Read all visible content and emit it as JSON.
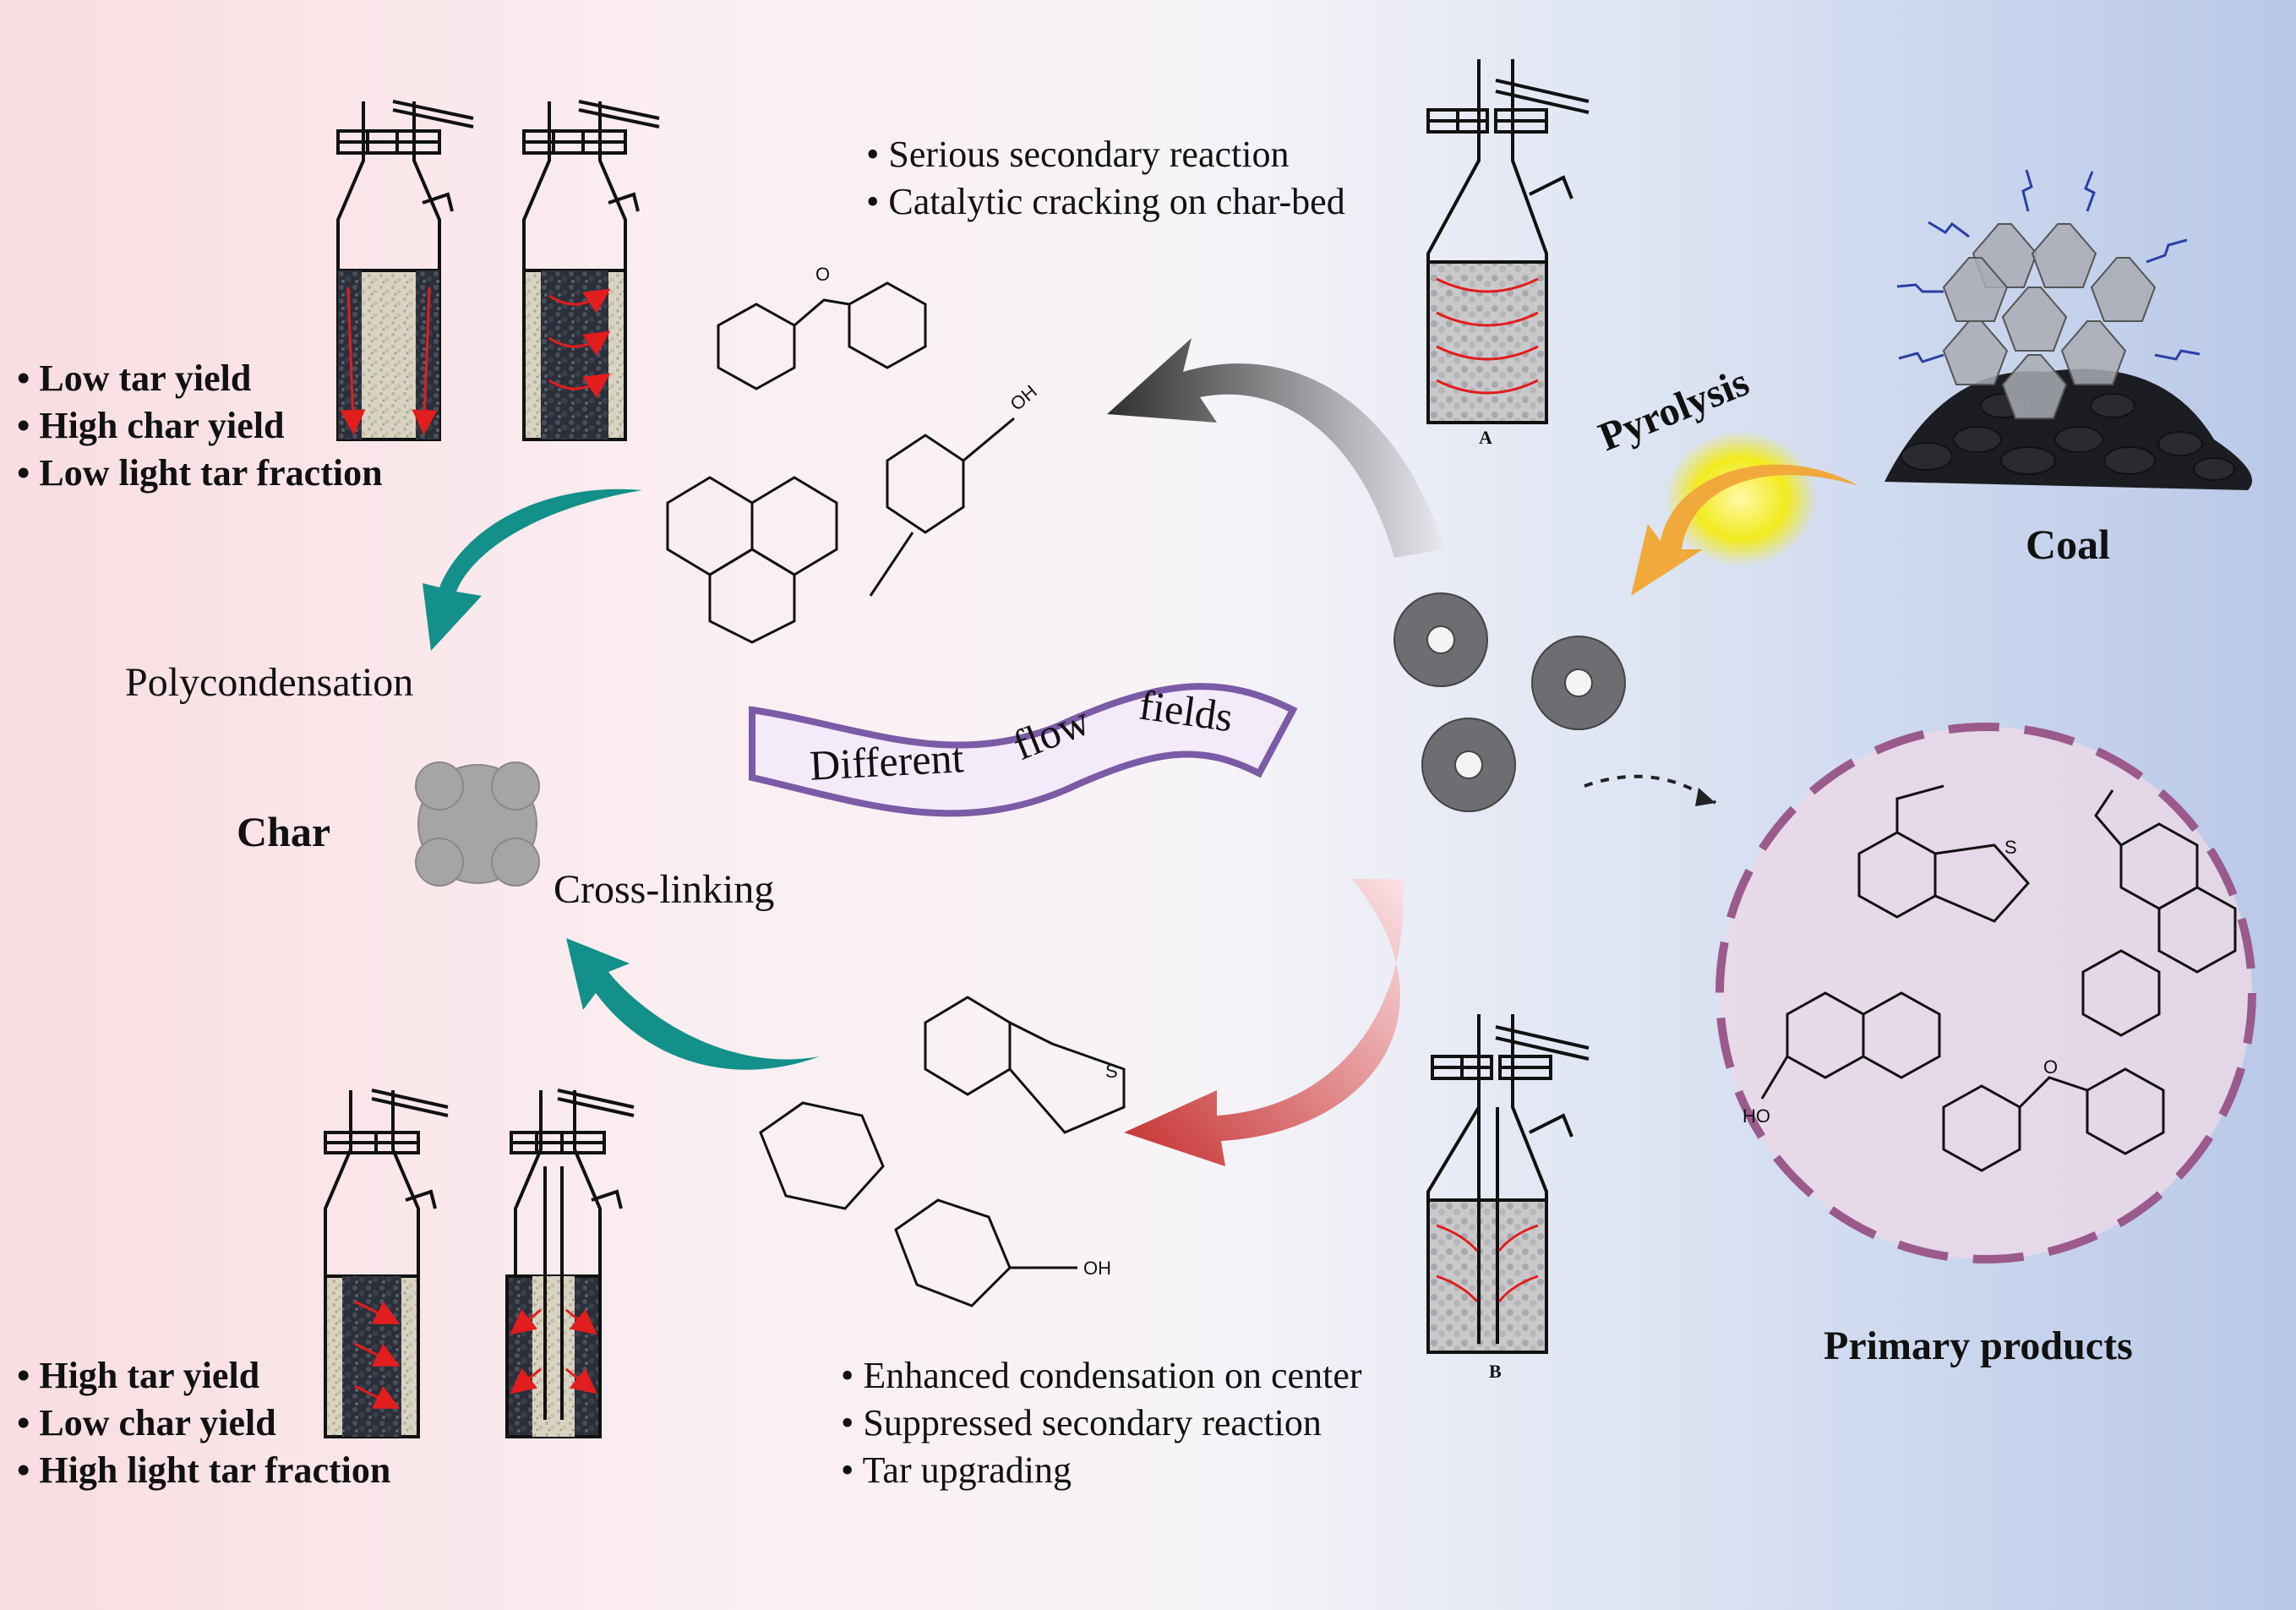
{
  "top_left": {
    "bullets": [
      "• Low tar yield",
      "• High char yield",
      "• Low light tar fraction"
    ]
  },
  "bottom_left": {
    "bullets": [
      "• High tar yield",
      "• Low char yield",
      "• High light tar fraction"
    ]
  },
  "top_center": {
    "bullets": [
      "• Serious secondary reaction",
      "• Catalytic cracking on char-bed"
    ]
  },
  "bottom_center": {
    "bullets": [
      "• Enhanced condensation on center",
      "• Suppressed secondary reaction",
      "• Tar upgrading"
    ]
  },
  "labels": {
    "polycondensation": "Polycondensation",
    "cross_linking": "Cross-linking",
    "char": "Char",
    "coal": "Coal",
    "pyrolysis": "Pyrolysis",
    "primary_products": "Primary products",
    "reactor_a": "A",
    "reactor_b": "B"
  },
  "ribbon": {
    "words": [
      "Different",
      "flow",
      "fields"
    ]
  },
  "chem": {
    "oh": "OH",
    "s": "S",
    "o": "O",
    "ho": "HO"
  },
  "colors": {
    "teal": "#139089",
    "red_arrow": "#d43b3b",
    "dark_arrow": "#3a3a3a",
    "ribbon": "#7b5aa6",
    "circle": "#9a5a8c",
    "sun": "#f2ea1d",
    "orange_arrow": "#f0a93a"
  }
}
